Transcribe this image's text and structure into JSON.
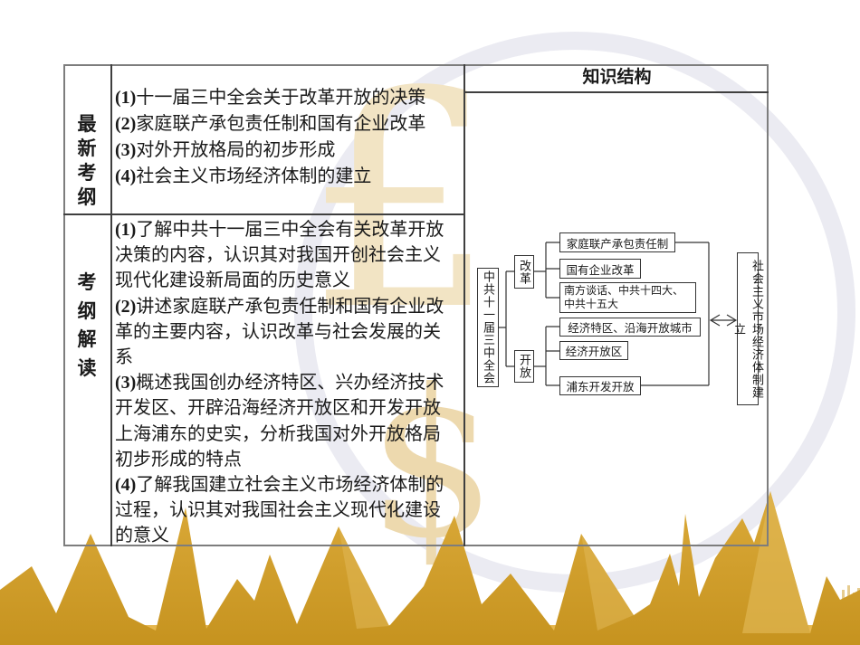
{
  "outline_table": {
    "rows": [
      {
        "label": "最新考纲",
        "items": [
          {
            "num": "(1)",
            "text": "十一届三中全会关于改革开放的决策"
          },
          {
            "num": "(2)",
            "text": "家庭联产承包责任制和国有企业改革"
          },
          {
            "num": "(3)",
            "text": "对外开放格局的初步形成"
          },
          {
            "num": "(4)",
            "text": "社会主义市场经济体制的建立"
          }
        ]
      },
      {
        "label": "考纲解读",
        "items": [
          {
            "num": "(1)",
            "text": "了解中共十一届三中全会有关改革开放决策的内容，认识其对我国开创社会主义现代化建设新局面的历史意义"
          },
          {
            "num": "(2)",
            "text": "讲述家庭联产承包责任制和国有企业改革的主要内容，认识改革与社会发展的关系"
          },
          {
            "num": "(3)",
            "text": "概述我国创办经济特区、兴办经济技术开发区、开辟沿海经济开放区和开发开放上海浦东的史实，分析我国对外开放格局初步形成的特点"
          },
          {
            "num": "(4)",
            "text": "了解我国建立社会主义市场经济体制的过程，认识其对我国社会主义现代化建设的意义"
          }
        ]
      }
    ]
  },
  "knowledge": {
    "title": "知识结构",
    "root": "中共十一届三中全会",
    "branches": [
      {
        "label": "改革",
        "children": [
          "家庭联产承包责任制",
          "国有企业改革",
          "南方谈话、中共十四大、\n中共十五大"
        ]
      },
      {
        "label": "开放",
        "children": [
          "经济特区、沿海开放城市",
          "经济开放区",
          "浦东开发开放"
        ]
      }
    ],
    "result": "社会主义市场经济体制建立"
  },
  "decor": {
    "pound_glyph": "£",
    "dollar_glyph": "$",
    "gold": "#D2A233",
    "gold_dark": "#C08E1C",
    "gold_light": "#F2DB9B",
    "circle_gray": "#EBEBF2"
  }
}
